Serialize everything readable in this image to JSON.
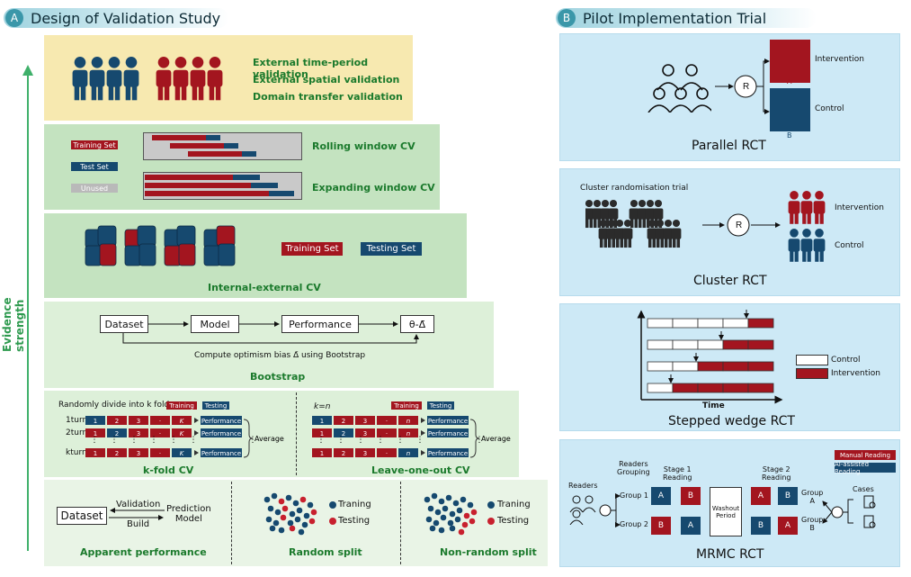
{
  "panelA": {
    "badge": "A",
    "title": "Design of Validation Study",
    "axis_label": "Evidence strength",
    "tier1": {
      "lines": [
        "External time-period validation",
        "External spatial validation",
        "Domain transfer validation"
      ]
    },
    "tier2": {
      "legend": [
        "Training Set",
        "Test Set",
        "Unused"
      ],
      "rolling": "Rolling window CV",
      "expanding": "Expanding window CV"
    },
    "tier3": {
      "training": "Training Set",
      "testing": "Testing Set",
      "title": "Internal-external CV"
    },
    "tier4": {
      "dataset": "Dataset",
      "model": "Model",
      "performance": "Performance",
      "theta": "θ-Δ̄",
      "note": "Compute optimism bias Δ̄ using Bootstrap",
      "title": "Bootstrap"
    },
    "tier5": {
      "kfold_desc": "Randomly divide into k folds",
      "training": "Training",
      "testing": "Testing",
      "turns": [
        "1turn",
        "2turn",
        "⋮",
        "kturn"
      ],
      "cells": [
        "1",
        "2",
        "3",
        "·",
        "K"
      ],
      "loo_cells": [
        "1",
        "2",
        "3",
        "·",
        "n"
      ],
      "performance": "Performance",
      "average": "Average",
      "kfold_title": "k-fold CV",
      "loo_desc": "k=n",
      "loo_title": "Leave-one-out CV"
    },
    "tier6": {
      "dataset": "Dataset",
      "validation": "Validation",
      "build": "Build",
      "prediction_model": "Prediction\nModel",
      "apparent": "Apparent performance",
      "traning": "Traning",
      "testing": "Testing",
      "random": "Random split",
      "nonrandom": "Non-random split"
    }
  },
  "panelB": {
    "badge": "B",
    "title": "Pilot Implementation Trial",
    "parallel": {
      "r": "R",
      "intervention": "Intervention",
      "control": "Control",
      "a": "A",
      "b": "B",
      "title": "Parallel RCT"
    },
    "cluster": {
      "desc": "Cluster randomisation trial",
      "r": "R",
      "intervention": "Intervention",
      "control": "Control",
      "title": "Cluster RCT"
    },
    "stepped": {
      "control": "Control",
      "intervention": "Intervention",
      "time": "Time",
      "title": "Stepped wedge RCT"
    },
    "mrmc": {
      "manual": "Manual Reading",
      "ai": "AI-assisted Reading",
      "readers": "Readers",
      "grouping": "Readers\nGrouping",
      "group1": "Group 1",
      "group2": "Group 2",
      "stage1": "Stage 1\nReading",
      "stage2": "Stage 2\nReading",
      "washout": "Washout\nPeriod",
      "groupA": "Group\nA",
      "groupB": "Group\nB",
      "cases": "Cases",
      "a": "A",
      "b": "B",
      "title": "MRMC RCT"
    }
  },
  "colors": {
    "red": "#a3151f",
    "blue": "#16496f",
    "green": "#1b7a2c",
    "tier_yellow": "#f7e9b0",
    "tier_green": "#c4e3c0",
    "tier_light": "#ddf0d9",
    "panel_blue": "#cde9f6"
  }
}
